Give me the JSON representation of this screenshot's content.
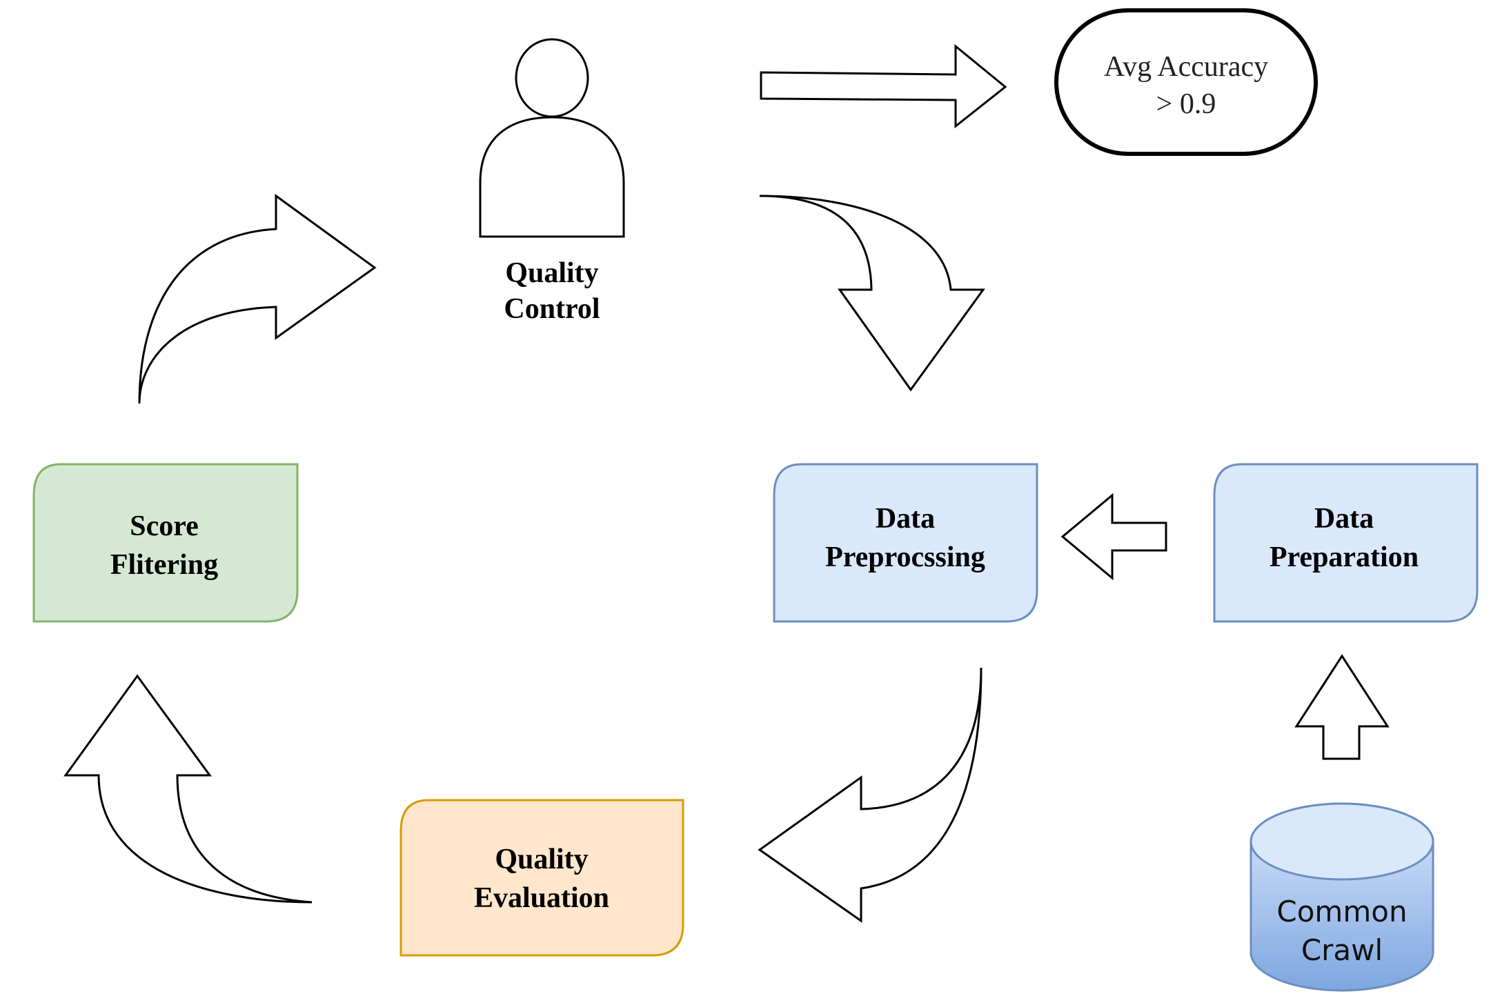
{
  "nodes": {
    "quality_control": {
      "line1": "Quality",
      "line2": "Control"
    },
    "avg_accuracy": {
      "line1": "Avg Accuracy",
      "line2": "> 0.9"
    },
    "score_filtering": {
      "line1": "Score",
      "line2": "Flitering",
      "fill": "#d5e8d4",
      "stroke": "#82b366"
    },
    "data_preprocessing": {
      "line1": "Data",
      "line2": "Preprocssing",
      "fill": "#dae8fc",
      "stroke": "#6c8ebf"
    },
    "data_preparation": {
      "line1": "Data",
      "line2": "Preparation",
      "fill": "#dae8fc",
      "stroke": "#6c8ebf"
    },
    "quality_evaluation": {
      "line1": "Quality",
      "line2": "Evaluation",
      "fill": "#ffe6cc",
      "stroke": "#d79b00"
    },
    "common_crawl": {
      "line1": "Common",
      "line2": "Crawl",
      "fill_top": "#dae8fc",
      "fill_bottom": "#7ea6e0",
      "stroke": "#6c8ebf"
    }
  }
}
